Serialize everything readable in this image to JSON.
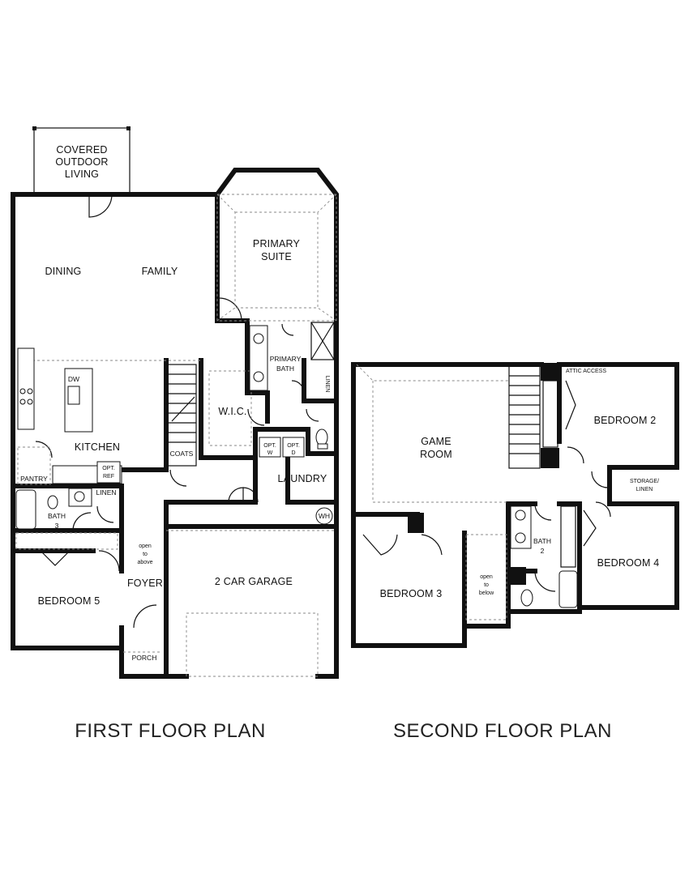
{
  "first_floor": {
    "title": "FIRST FLOOR PLAN",
    "rooms": {
      "covered_outdoor_1": "COVERED",
      "covered_outdoor_2": "OUTDOOR",
      "covered_outdoor_3": "LIVING",
      "dining": "DINING",
      "family": "FAMILY",
      "primary_suite_1": "PRIMARY",
      "primary_suite_2": "SUITE",
      "primary_bath_1": "PRIMARY",
      "primary_bath_2": "BATH",
      "linen_1": "LINEN",
      "wic": "W.I.C.",
      "dw": "DW",
      "kitchen": "KITCHEN",
      "opt_w_1": "OPT.",
      "opt_w_2": "W",
      "opt_d_1": "OPT.",
      "opt_d_2": "D",
      "coats": "COATS",
      "pantry": "PANTRY",
      "opt_ref_1": "OPT.",
      "opt_ref_2": "REF",
      "laundry": "LAUNDRY",
      "linen_2": "LINEN",
      "bath3_1": "BATH",
      "bath3_2": "3",
      "wh": "WH",
      "open_above_1": "open",
      "open_above_2": "to",
      "open_above_3": "above",
      "foyer": "FOYER",
      "garage": "2 CAR GARAGE",
      "bedroom5": "BEDROOM 5",
      "porch": "PORCH"
    }
  },
  "second_floor": {
    "title": "SECOND FLOOR PLAN",
    "rooms": {
      "attic": "ATTIC ACCESS",
      "game_1": "GAME",
      "game_2": "ROOM",
      "bedroom2": "BEDROOM 2",
      "storage_1": "STORAGE/",
      "storage_2": "LINEN",
      "bath2_1": "BATH",
      "bath2_2": "2",
      "bedroom4": "BEDROOM 4",
      "bedroom3": "BEDROOM 3",
      "open_below_1": "open",
      "open_below_2": "to",
      "open_below_3": "below"
    }
  }
}
